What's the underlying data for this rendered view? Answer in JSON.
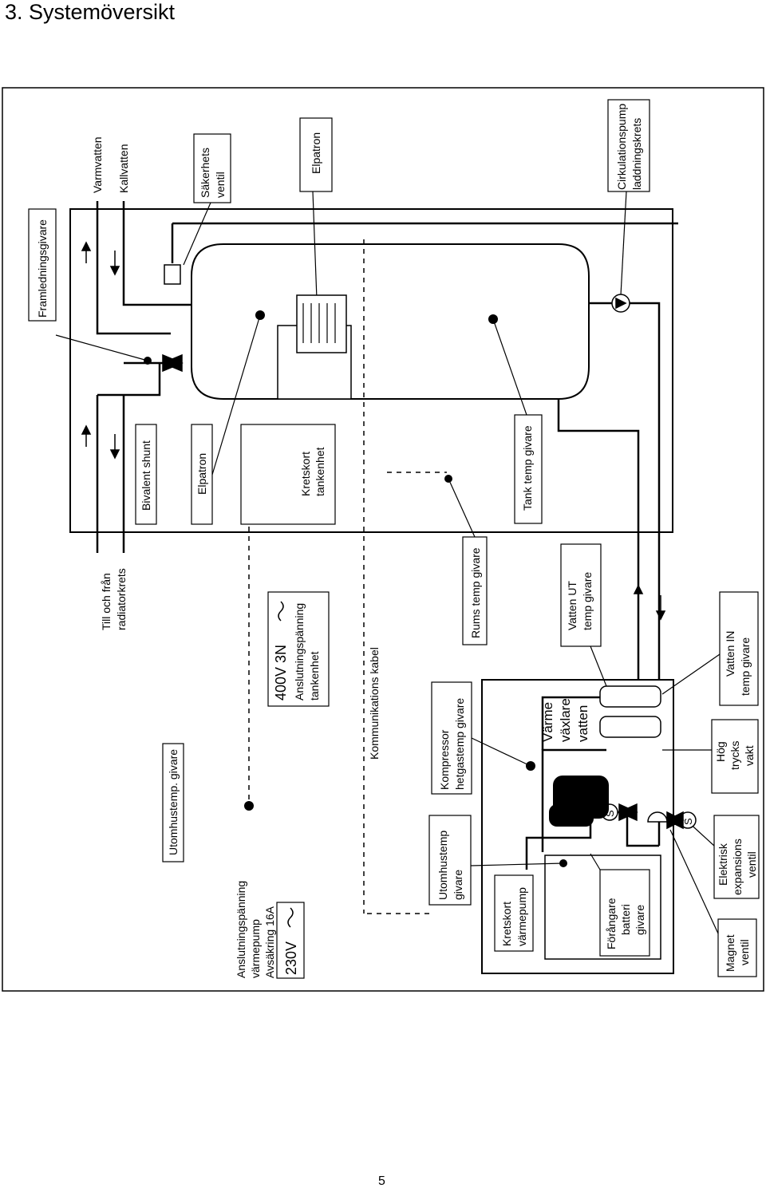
{
  "page": {
    "heading": "3.  Systemöversikt",
    "page_number": "5"
  },
  "labels": {
    "framledningsgivare": "Framledningsgivare",
    "varmvatten": "Varmvatten",
    "kallvatten": "Kallvatten",
    "sakerhets1": "Säkerhets",
    "sakerhets2": "ventil",
    "elpatron_top": "Elpatron",
    "cirk1": "Cirkulationspump",
    "cirk2": "laddningskrets",
    "bivalent": "Bivalent shunt",
    "elpatron_mid": "Elpatron",
    "kretskort_tank1": "Kretskort",
    "kretskort_tank2": "tankenhet",
    "tank_temp": "Tank temp givare",
    "radiator1": "Till och från",
    "radiator2": "radiatorkrets",
    "volt400": "400V 3N",
    "ansl_tank1": "Anslutningspänning",
    "ansl_tank2": "tankenhet",
    "komm": "Kommunikations kabel",
    "rums": "Rums temp givare",
    "vatten_ut1": "Vatten UT",
    "vatten_ut2": "temp givare",
    "utomhus_top": "Utomhustemp. givare",
    "kompressor1": "Kompressor",
    "kompressor2": "hetgastemp givare",
    "varme1": "Värme",
    "varme2": "växlare",
    "varme3": "vatten",
    "hog1": "Hög",
    "hog2": "trycks",
    "hog3": "vakt",
    "vatten_in1": "Vatten IN",
    "vatten_in2": "temp givare",
    "ansl_vp1": "Anslutningspänning",
    "ansl_vp2": "värmepump",
    "ansl_vp3": "Avsäkring 16A",
    "volt230": "230V",
    "utomhus_bot1": "Utomhustemp",
    "utomhus_bot2": "givare",
    "kretskort_vp1": "Kretskort",
    "kretskort_vp2": "värmepump",
    "forangare1": "Förångare",
    "forangare2": "batteri",
    "forangare3": "givare",
    "elektrisk1": "Elektrisk",
    "elektrisk2": "expansions",
    "elektrisk3": "ventil",
    "magnet1": "Magnet",
    "magnet2": "ventil",
    "s1": "S",
    "s2": "S"
  }
}
